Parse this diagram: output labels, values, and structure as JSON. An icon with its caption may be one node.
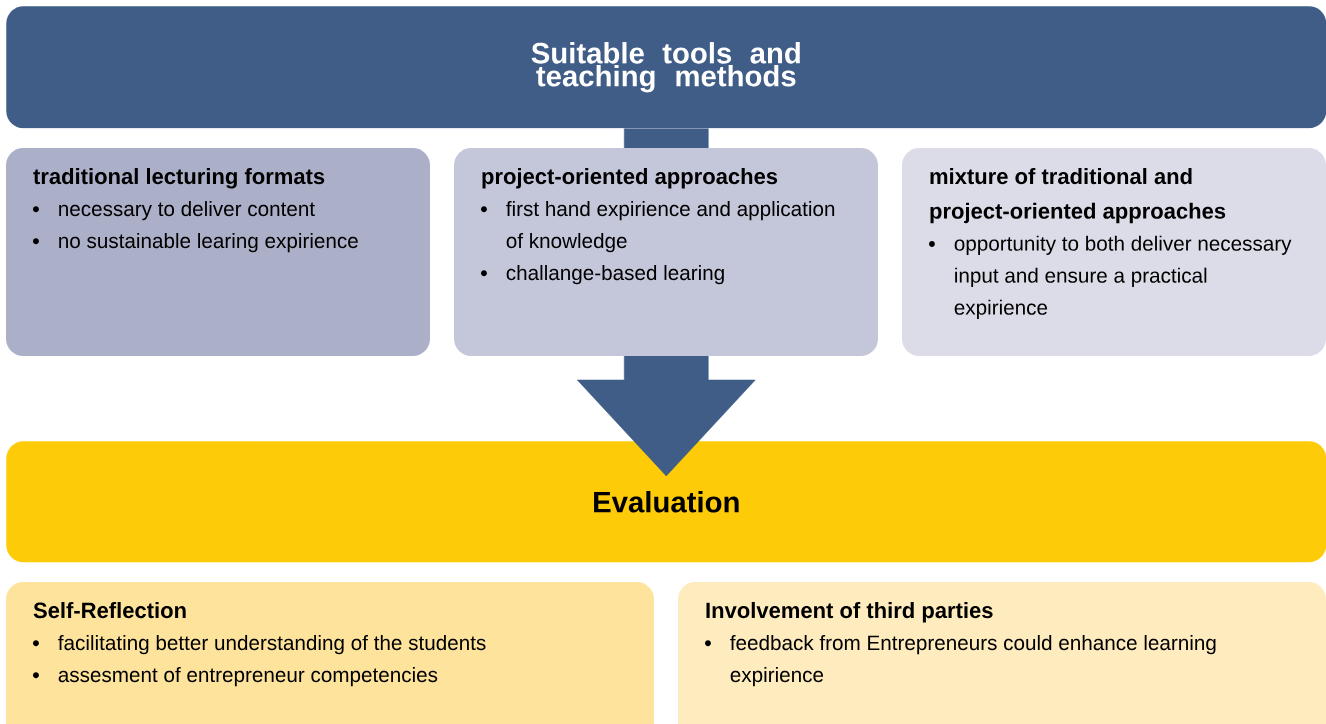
{
  "diagram": {
    "nodes": [
      {
        "text": [
          "Suitable tools and teaching methods"
        ]
      },
      {
        "text": [
          "traditional lecturing formats",
          "necessary to deliver content",
          "no sustainable learing expirience"
        ]
      },
      {
        "text": [
          "project-oriented approaches",
          "first hand expirience and application of knowledge",
          "challange-based learing"
        ]
      },
      {
        "text": [
          "mixture of traditional and project-oriented approaches",
          "opportunity to both deliver necessary input and ensure a practical expirience"
        ]
      },
      {
        "text": [
          "Evaluation"
        ]
      },
      {
        "text": [
          "Self-Reflection",
          "facilitating better understanding of the students",
          "assesment of entrepreneur competencies"
        ]
      },
      {
        "text": [
          "Involvement of third parties",
          "feedback from Entrepreneurs could enhance learning expirience"
        ]
      }
    ],
    "edges": [
      {
        "from": 0,
        "to": 4,
        "arrow": "to"
      }
    ]
  }
}
